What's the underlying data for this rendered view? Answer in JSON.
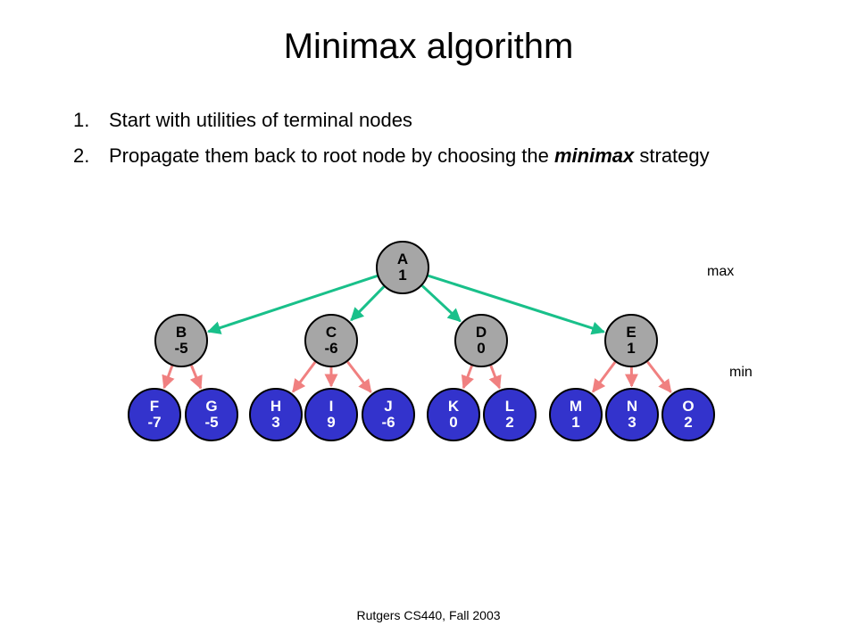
{
  "title": "Minimax algorithm",
  "bullets": [
    {
      "num": "1.",
      "text": "Start with utilities of terminal nodes"
    },
    {
      "num": "2.",
      "text_before": "Propagate them back to root node by choosing the ",
      "emphasis": "minimax",
      "text_after": " strategy"
    }
  ],
  "levels": {
    "max": "max",
    "min": "min"
  },
  "footer": "Rutgers CS440, Fall 2003",
  "colors": {
    "max_node_fill": "#a6a6a6",
    "min_node_fill": "#3333cc",
    "max_node_text": "#000000",
    "min_node_text": "#ffffff",
    "edge_max_to_min": "#19c08a",
    "edge_min_to_leaf": "#f08080"
  },
  "tree": {
    "root": {
      "id": "A",
      "value": "1"
    },
    "min_nodes": [
      {
        "id": "B",
        "value": "-5",
        "children": [
          {
            "id": "F",
            "value": "-7"
          },
          {
            "id": "G",
            "value": "-5"
          }
        ]
      },
      {
        "id": "C",
        "value": "-6",
        "children": [
          {
            "id": "H",
            "value": "3"
          },
          {
            "id": "I",
            "value": "9"
          },
          {
            "id": "J",
            "value": "-6"
          }
        ]
      },
      {
        "id": "D",
        "value": "0",
        "children": [
          {
            "id": "K",
            "value": "0"
          },
          {
            "id": "L",
            "value": "2"
          }
        ]
      },
      {
        "id": "E",
        "value": "1",
        "children": [
          {
            "id": "M",
            "value": "1"
          },
          {
            "id": "N",
            "value": "3"
          },
          {
            "id": "O",
            "value": "2"
          }
        ]
      }
    ]
  }
}
